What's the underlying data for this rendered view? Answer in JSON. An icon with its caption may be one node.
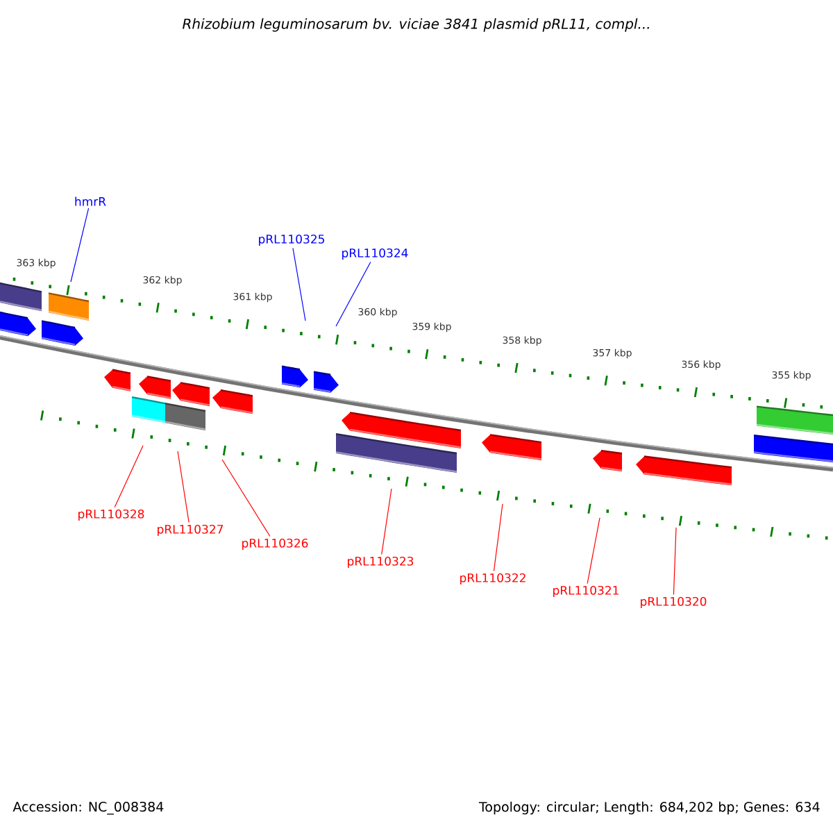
{
  "diagram": {
    "title": "Rhizobium leguminosarum bv. viciae 3841 plasmid pRL11, compl...",
    "nodes": [
      {
        "text": [
          "hmrR"
        ]
      },
      {
        "text": [
          "pRL110325"
        ]
      },
      {
        "text": [
          "pRL110324"
        ]
      },
      {
        "text": [
          "pRL110328"
        ]
      },
      {
        "text": [
          "pRL110327"
        ]
      },
      {
        "text": [
          "pRL110326"
        ]
      },
      {
        "text": [
          "pRL110323"
        ]
      },
      {
        "text": [
          "pRL110322"
        ]
      },
      {
        "text": [
          "pRL110321"
        ]
      },
      {
        "text": [
          "pRL110320"
        ]
      }
    ],
    "edges": [
      {
        "from": 0,
        "to": null,
        "arrow": "none",
        "color": "#0000ff"
      },
      {
        "from": 1,
        "to": null,
        "arrow": "none",
        "color": "#0000ff"
      },
      {
        "from": 2,
        "to": null,
        "arrow": "none",
        "color": "#0000ff"
      },
      {
        "from": 3,
        "to": null,
        "arrow": "none"
      },
      {
        "from": 4,
        "to": null,
        "arrow": "none"
      },
      {
        "from": 5,
        "to": null,
        "arrow": "none"
      },
      {
        "from": 6,
        "to": null,
        "arrow": "none"
      },
      {
        "from": 7,
        "to": null,
        "arrow": "none"
      },
      {
        "from": 8,
        "to": null,
        "arrow": "none"
      },
      {
        "from": 9,
        "to": null,
        "arrow": "none"
      }
    ],
    "labels": [
      "363 kbp",
      "362 kbp",
      "361 kbp",
      "360 kbp",
      "359 kbp",
      "358 kbp",
      "357 kbp",
      "356 kbp",
      "355 kbp",
      "Accession: NC_008384",
      "Topology: circular; Length: 684,202 bp; Genes: 634"
    ]
  }
}
